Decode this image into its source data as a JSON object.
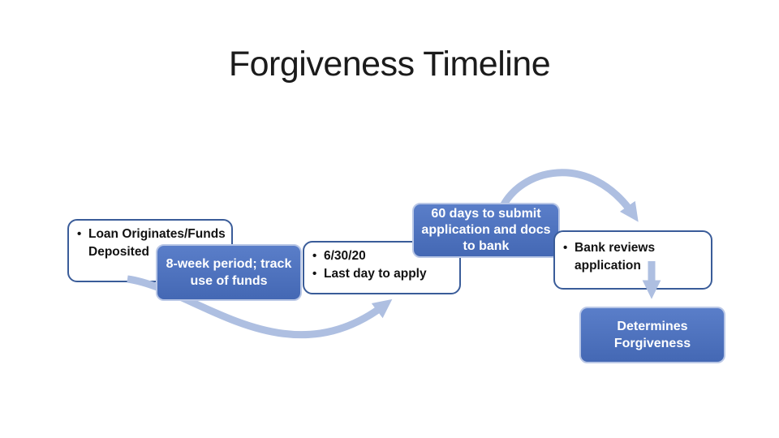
{
  "slide": {
    "title": "Forgiveness Timeline",
    "bullet_char": "•"
  },
  "colors": {
    "phase_fill": "#4a70be",
    "phase_border": "#b9c7e6",
    "milestone_border": "#3a5c99",
    "milestone_text": "#121212",
    "arrow": "#aebfe1",
    "title_text": "#1b1b1b",
    "background": "#ffffff"
  },
  "timeline": {
    "milestones": [
      {
        "id": "loan-originates",
        "lines": [
          "Loan Originates/Funds",
          "Deposited"
        ]
      },
      {
        "id": "apply-deadline",
        "items": [
          "6/30/20",
          "Last day to apply"
        ]
      },
      {
        "id": "bank-review",
        "lines": [
          "Bank reviews",
          "application"
        ]
      }
    ],
    "phases": [
      {
        "id": "eight-week-period",
        "lines": [
          "8-week period; track",
          "use of funds"
        ]
      },
      {
        "id": "sixty-days-submit",
        "lines": [
          "60 days to submit",
          "application and docs",
          "to bank"
        ]
      },
      {
        "id": "determines-forgiveness",
        "lines": [
          "Determines",
          "Forgiveness"
        ]
      }
    ]
  }
}
